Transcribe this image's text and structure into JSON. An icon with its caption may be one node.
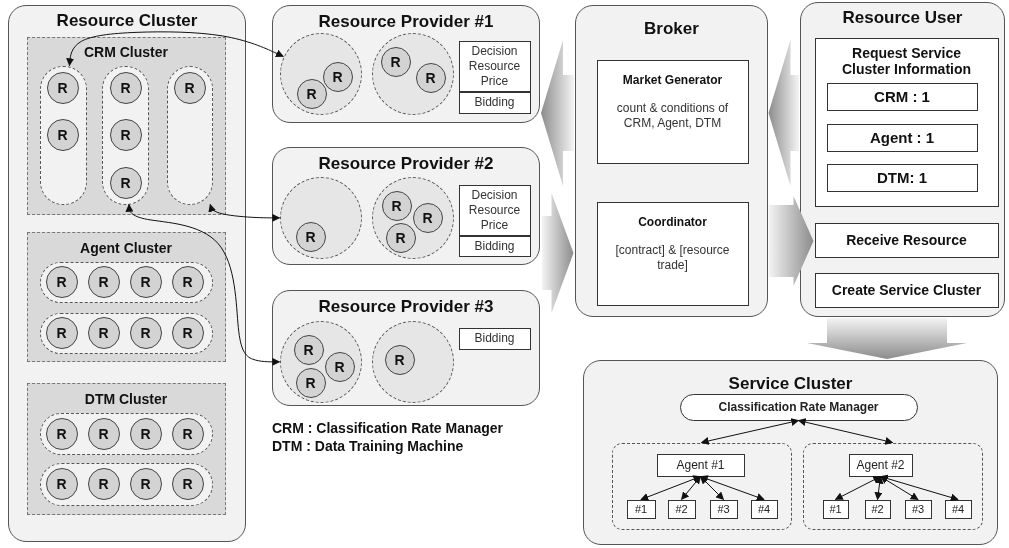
{
  "diagram": {
    "nodes": [
      {
        "text": [
          "Resource Cluster"
        ]
      },
      {
        "text": [
          "CRM Cluster"
        ],
        "in": 0
      },
      {
        "text": [],
        "shape": "capsule",
        "in": 1
      },
      {
        "text": [
          "R"
        ],
        "in": 2
      },
      {
        "text": [
          "R"
        ],
        "in": 2
      },
      {
        "text": [],
        "shape": "capsule",
        "in": 1
      },
      {
        "text": [
          "R"
        ],
        "in": 5
      },
      {
        "text": [
          "R"
        ],
        "in": 5
      },
      {
        "text": [
          "R"
        ],
        "in": 5
      },
      {
        "text": [],
        "shape": "capsule",
        "in": 1
      },
      {
        "text": [
          "R"
        ],
        "in": 9
      },
      {
        "text": [
          "Agent Cluster"
        ],
        "in": 0
      },
      {
        "text": [],
        "shape": "capsule",
        "in": 11
      },
      {
        "text": [
          "R"
        ],
        "in": 12
      },
      {
        "text": [
          "R"
        ],
        "in": 12
      },
      {
        "text": [
          "R"
        ],
        "in": 12
      },
      {
        "text": [
          "R"
        ],
        "in": 12
      },
      {
        "text": [],
        "shape": "capsule",
        "in": 11
      },
      {
        "text": [
          "R"
        ],
        "in": 17
      },
      {
        "text": [
          "R"
        ],
        "in": 17
      },
      {
        "text": [
          "R"
        ],
        "in": 17
      },
      {
        "text": [
          "R"
        ],
        "in": 17
      },
      {
        "text": [
          "DTM Cluster"
        ],
        "in": 0
      },
      {
        "text": [],
        "shape": "capsule",
        "in": 22
      },
      {
        "text": [
          "R"
        ],
        "in": 23
      },
      {
        "text": [
          "R"
        ],
        "in": 23
      },
      {
        "text": [
          "R"
        ],
        "in": 23
      },
      {
        "text": [
          "R"
        ],
        "in": 23
      },
      {
        "text": [],
        "shape": "capsule",
        "in": 22
      },
      {
        "text": [
          "R"
        ],
        "in": 28
      },
      {
        "text": [
          "R"
        ],
        "in": 28
      },
      {
        "text": [
          "R"
        ],
        "in": 28
      },
      {
        "text": [
          "R"
        ],
        "in": 28
      },
      {
        "text": [
          "Resource Provider #1"
        ]
      },
      {
        "text": [],
        "shape": "circle",
        "in": 33
      },
      {
        "text": [
          "R"
        ],
        "in": 34
      },
      {
        "text": [
          "R"
        ],
        "in": 34
      },
      {
        "text": [],
        "shape": "circle",
        "in": 33
      },
      {
        "text": [
          "R"
        ],
        "in": 37
      },
      {
        "text": [
          "R"
        ],
        "in": 37
      },
      {
        "text": [
          "Decision Resource Price"
        ],
        "in": 33
      },
      {
        "text": [
          "Bidding"
        ],
        "in": 33
      },
      {
        "text": [
          "Resource Provider #2"
        ]
      },
      {
        "text": [],
        "shape": "circle",
        "in": 42
      },
      {
        "text": [
          "R"
        ],
        "in": 43
      },
      {
        "text": [],
        "shape": "circle",
        "in": 42
      },
      {
        "text": [
          "R"
        ],
        "in": 45
      },
      {
        "text": [
          "R"
        ],
        "in": 45
      },
      {
        "text": [
          "R"
        ],
        "in": 45
      },
      {
        "text": [
          "Decision Resource Price"
        ],
        "in": 42
      },
      {
        "text": [
          "Bidding"
        ],
        "in": 42
      },
      {
        "text": [
          "Resource Provider #3"
        ]
      },
      {
        "text": [],
        "shape": "circle",
        "in": 51
      },
      {
        "text": [
          "R"
        ],
        "in": 52
      },
      {
        "text": [
          "R"
        ],
        "in": 52
      },
      {
        "text": [
          "R"
        ],
        "in": 52
      },
      {
        "text": [],
        "shape": "circle",
        "in": 51
      },
      {
        "text": [
          "R"
        ],
        "in": 56
      },
      {
        "text": [
          "Bidding"
        ],
        "in": 51
      },
      {
        "text": [
          "Broker"
        ]
      },
      {
        "text": [
          "Market Generator",
          "count & conditions of CRM, Agent, DTM"
        ],
        "in": 59
      },
      {
        "text": [
          "Coordinator",
          "[contract] & [resource trade]"
        ],
        "in": 59
      },
      {
        "text": [
          "Resource User"
        ]
      },
      {
        "text": [
          "Request Service Cluster Information"
        ],
        "in": 62
      },
      {
        "text": [
          "CRM : 1"
        ],
        "in": 63
      },
      {
        "text": [
          "Agent : 1"
        ],
        "in": 63
      },
      {
        "text": [
          "DTM: 1"
        ],
        "in": 63
      },
      {
        "text": [
          "Receive Resource"
        ],
        "in": 62
      },
      {
        "text": [
          "Create Service Cluster"
        ],
        "in": 62
      },
      {
        "text": [
          "Service Cluster"
        ]
      },
      {
        "text": [
          "Classification Rate Manager"
        ],
        "in": 69
      },
      {
        "text": [],
        "shape": "box",
        "in": 69
      },
      {
        "text": [
          "Agent #1"
        ],
        "in": 71
      },
      {
        "text": [
          "#1"
        ],
        "in": 71
      },
      {
        "text": [
          "#2"
        ],
        "in": 71
      },
      {
        "text": [
          "#3"
        ],
        "in": 71
      },
      {
        "text": [
          "#4"
        ],
        "in": 71
      },
      {
        "text": [],
        "shape": "box",
        "in": 69
      },
      {
        "text": [
          "Agent #2"
        ],
        "in": 77
      },
      {
        "text": [
          "#1"
        ],
        "in": 77
      },
      {
        "text": [
          "#2"
        ],
        "in": 77
      },
      {
        "text": [
          "#3"
        ],
        "in": 77
      },
      {
        "text": [
          "#4"
        ],
        "in": 77
      }
    ],
    "edges": [
      {
        "from": 2,
        "to": 34,
        "arrow": "both"
      },
      {
        "from": 9,
        "to": 43,
        "arrow": "both"
      },
      {
        "from": 5,
        "to": 52,
        "arrow": "both"
      },
      {
        "from": 59,
        "to": null,
        "arrow": "to",
        "style": "thick"
      },
      {
        "from": null,
        "to": 61,
        "arrow": "to",
        "style": "thick"
      },
      {
        "from": 62,
        "to": 60,
        "arrow": "to",
        "style": "thick"
      },
      {
        "from": 61,
        "to": 67,
        "arrow": "to",
        "style": "thick"
      },
      {
        "from": 62,
        "to": 69,
        "arrow": "to",
        "style": "thick"
      },
      {
        "from": 70,
        "to": 71,
        "arrow": "both"
      },
      {
        "from": 70,
        "to": 77,
        "arrow": "both"
      },
      {
        "from": 72,
        "to": 73,
        "arrow": "both"
      },
      {
        "from": 72,
        "to": 74,
        "arrow": "both"
      },
      {
        "from": 72,
        "to": 75,
        "arrow": "both"
      },
      {
        "from": 72,
        "to": 76,
        "arrow": "both"
      },
      {
        "from": 78,
        "to": 79,
        "arrow": "both"
      },
      {
        "from": 78,
        "to": 80,
        "arrow": "both"
      },
      {
        "from": 78,
        "to": 81,
        "arrow": "both"
      },
      {
        "from": 78,
        "to": 82,
        "arrow": "both"
      }
    ],
    "labels": [
      "CRM : Classification Rate Manager",
      "DTM : Data Training Machine"
    ]
  }
}
